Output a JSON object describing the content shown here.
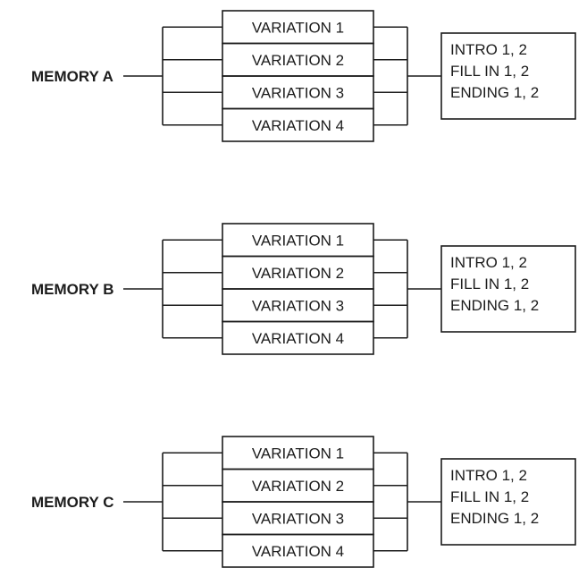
{
  "memories": [
    {
      "label": "MEMORY A",
      "variations": [
        "VARIATION 1",
        "VARIATION 2",
        "VARIATION 3",
        "VARIATION 4"
      ],
      "sections": [
        "INTRO 1, 2",
        "FILL IN 1, 2",
        "ENDING 1, 2"
      ]
    },
    {
      "label": "MEMORY B",
      "variations": [
        "VARIATION 1",
        "VARIATION 2",
        "VARIATION 3",
        "VARIATION 4"
      ],
      "sections": [
        "INTRO 1, 2",
        "FILL IN 1, 2",
        "ENDING 1, 2"
      ]
    },
    {
      "label": "MEMORY C",
      "variations": [
        "VARIATION 1",
        "VARIATION 2",
        "VARIATION 3",
        "VARIATION 4"
      ],
      "sections": [
        "INTRO 1, 2",
        "FILL IN 1, 2",
        "ENDING 1, 2"
      ]
    }
  ],
  "colors": {
    "ink": "#1c1c1c",
    "background": "#ffffff"
  }
}
